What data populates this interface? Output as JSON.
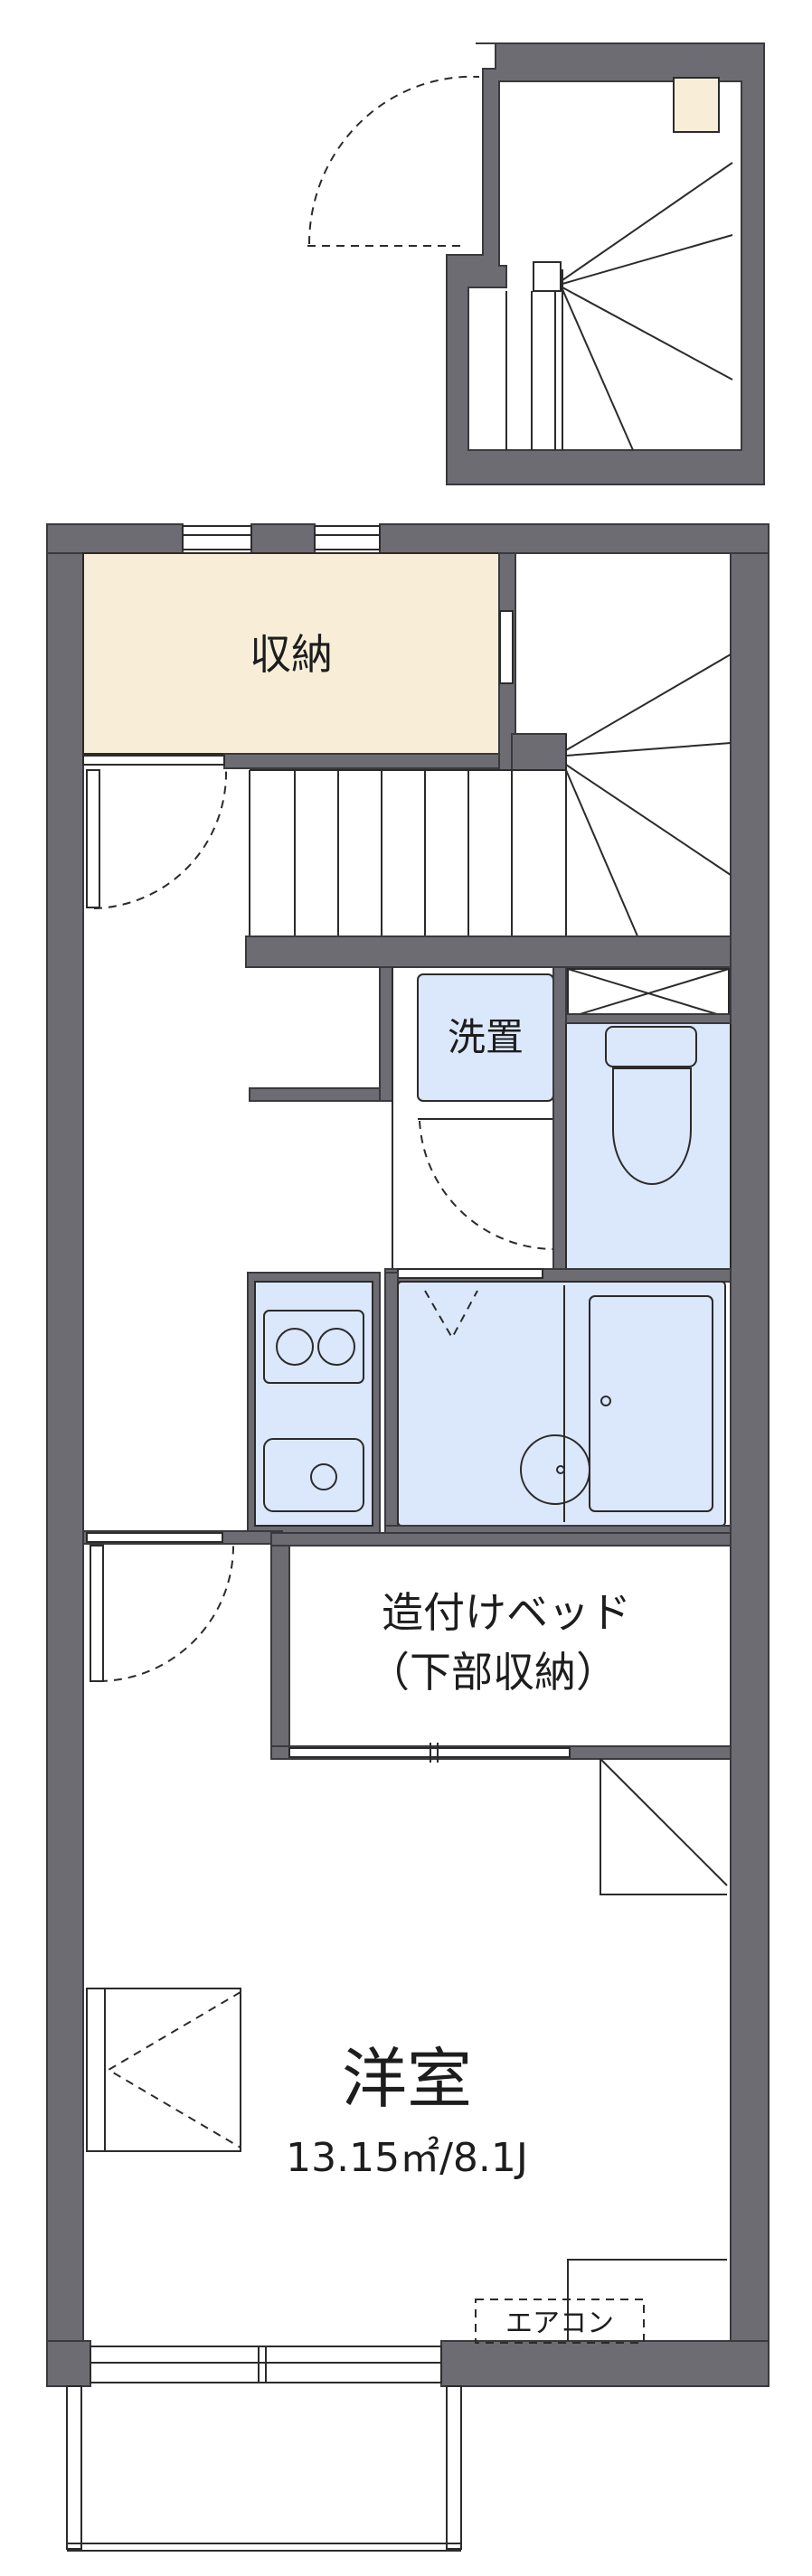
{
  "rooms": {
    "storage": "収納",
    "washer": "洗置",
    "built_in_bed": "造付けベッド",
    "built_in_bed_note": "（下部収納）",
    "western_room": "洋室",
    "western_room_area": "13.15㎡/8.1J",
    "aircon": "エアコン"
  },
  "colors": {
    "wall": "#6d6c72",
    "storage_fill": "#f8eed8",
    "fixture_fill": "#dbe7fb"
  }
}
